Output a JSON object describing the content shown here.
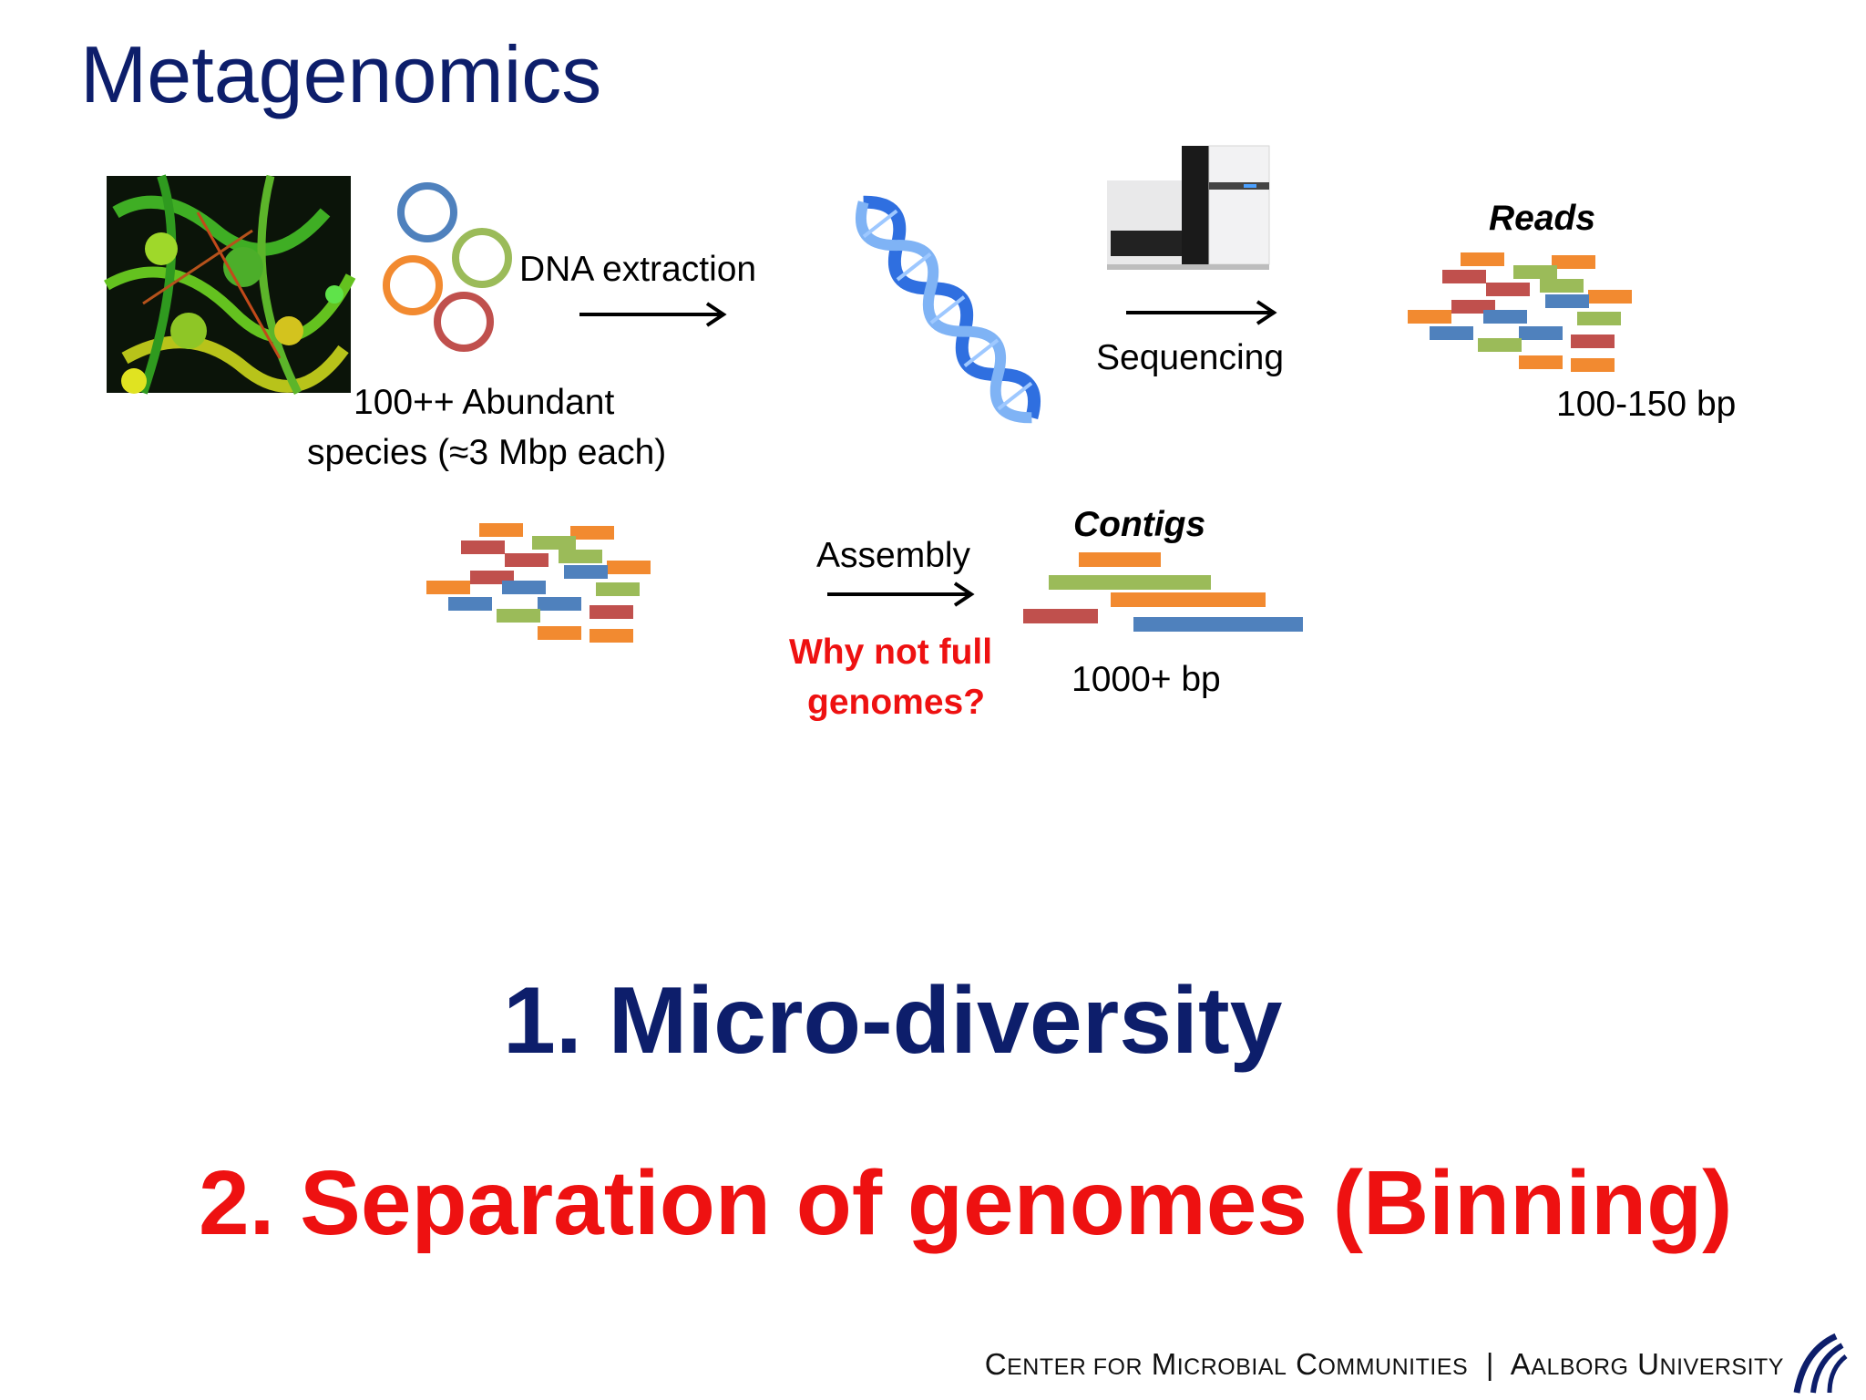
{
  "slide": {
    "title": "Metagenomics",
    "labels": {
      "dna_extraction": "DNA extraction",
      "abundant_line1": "100++ Abundant",
      "abundant_line2": "species (≈3 Mbp each)",
      "sequencing": "Sequencing",
      "reads_title": "Reads",
      "reads_length": "100-150 bp",
      "assembly": "Assembly",
      "question_line1": "Why not full",
      "question_line2": "genomes?",
      "contigs_title": "Contigs",
      "contigs_length": "1000+ bp"
    },
    "points": {
      "point1": "1. Micro-diversity",
      "point2": "2. Separation of genomes (Binning)"
    },
    "footer": {
      "c1": "C",
      "w1": "enter for",
      "c2": "M",
      "w2": "icrobial",
      "c3": "C",
      "w3": "ommunities",
      "sep": "|",
      "c4": "A",
      "w4": "alborg",
      "c5": "U",
      "w5": "niversity"
    }
  },
  "colors": {
    "title_blue": "#0d1e6b",
    "accent_red": "#ee1111",
    "bar_orange": "#f28a30",
    "bar_red": "#c0504d",
    "bar_green": "#9bbb59",
    "bar_blue": "#4f81bd"
  },
  "icons": [
    "microscopy-image",
    "circle-genomes-icon",
    "dna-helix-icon",
    "sequencer-machine-icon",
    "aau-logo-icon"
  ]
}
